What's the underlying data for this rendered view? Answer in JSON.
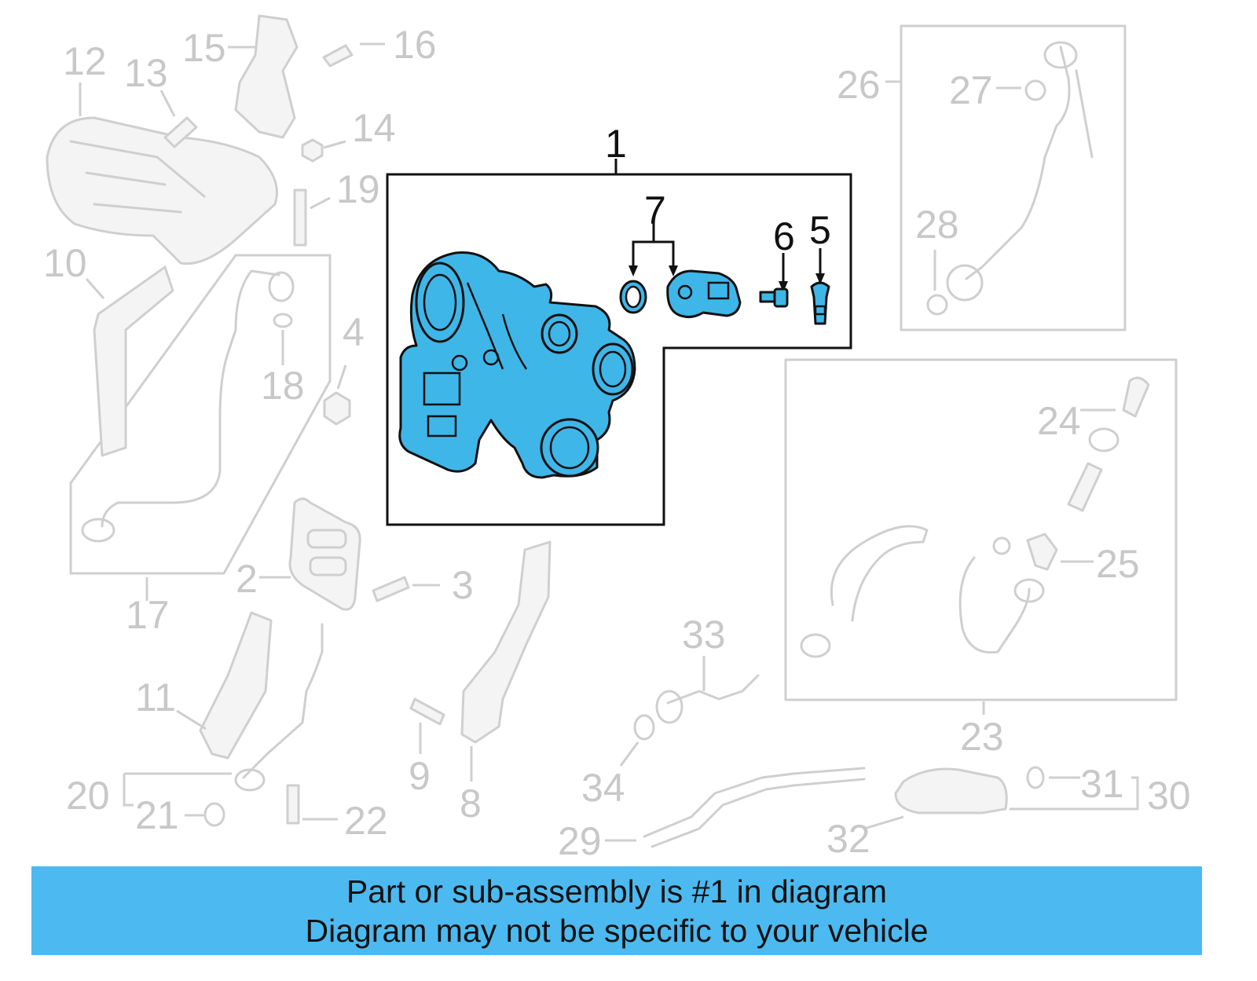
{
  "callouts": {
    "c1": "1",
    "c2": "2",
    "c3": "3",
    "c4": "4",
    "c5": "5",
    "c6": "6",
    "c7": "7",
    "c8": "8",
    "c9": "9",
    "c10": "10",
    "c11": "11",
    "c12": "12",
    "c13": "13",
    "c14": "14",
    "c15": "15",
    "c16": "16",
    "c17": "17",
    "c18": "18",
    "c19": "19",
    "c20": "20",
    "c21": "21",
    "c22": "22",
    "c23": "23",
    "c24": "24",
    "c25": "25",
    "c26": "26",
    "c27": "27",
    "c28": "28",
    "c29": "29",
    "c30": "30",
    "c31": "31",
    "c32": "32",
    "c33": "33",
    "c34": "34"
  },
  "banner": {
    "line1": "Part or sub-assembly is #1 in diagram",
    "line2": "Diagram may not be specific to your vehicle"
  },
  "colors": {
    "highlight": "#3fb6e8",
    "banner": "#4cbaf0",
    "ghost": "#cfcfcf"
  }
}
